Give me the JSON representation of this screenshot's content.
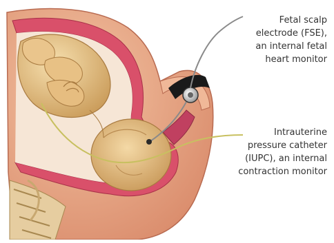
{
  "labels": {
    "fse": [
      "Fetal scalp",
      "electrode (FSE),",
      "an internal fetal",
      "heart monitor"
    ],
    "iupc": [
      "Intrauterine",
      "pressure catheter",
      "(IUPC), an internal",
      "contraction monitor"
    ]
  },
  "colors": {
    "skin": "#e8a27e",
    "skin_dark": "#c97058",
    "uterine_wall": "#d9506a",
    "fetus": "#e9c98a",
    "fetus_shadow": "#c9a060",
    "bone": "#d8c090",
    "fse_wire": "#8a8a8a",
    "iupc_wire": "#c8c060",
    "monitor_band": "#1a1a1a"
  }
}
